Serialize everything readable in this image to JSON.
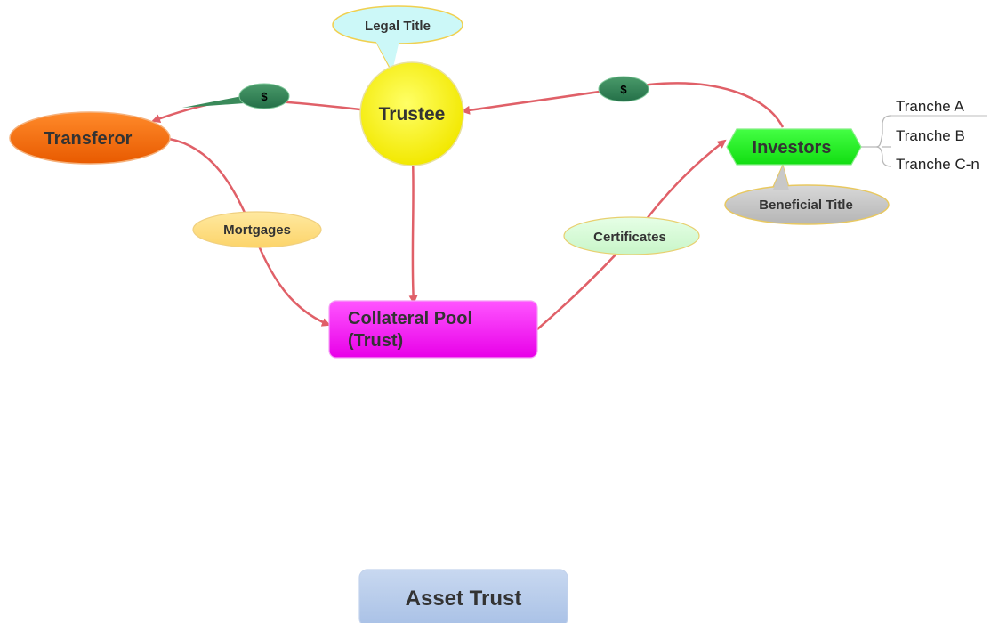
{
  "diagram": {
    "nodes": {
      "trustee": "Trustee",
      "transferor": "Transferor",
      "investors": "Investors",
      "collateral_pool_line1": "Collateral Pool",
      "collateral_pool_line2": "(Trust)",
      "asset_trust": "Asset Trust"
    },
    "callouts": {
      "legal_title": "Legal Title",
      "beneficial_title": "Beneficial Title"
    },
    "edge_labels": {
      "dollar_left": "$",
      "dollar_right": "$",
      "mortgages": "Mortgages",
      "certificates": "Certificates"
    },
    "tranches": [
      "Tranche A",
      "Tranche B",
      "Tranche C-n"
    ]
  }
}
